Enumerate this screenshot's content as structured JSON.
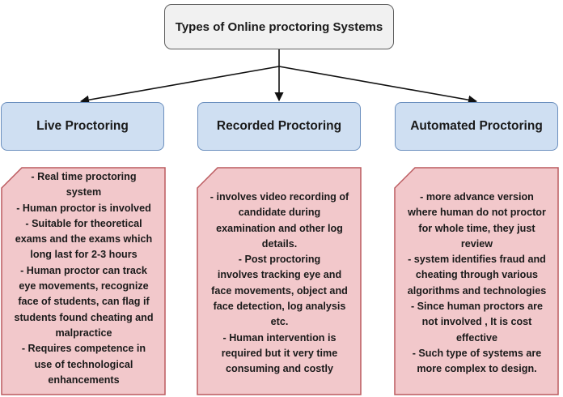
{
  "root": {
    "label": "Types of Online proctoring Systems"
  },
  "categories": [
    {
      "label": "Live Proctoring"
    },
    {
      "label": "Recorded Proctoring"
    },
    {
      "label": "Automated Proctoring"
    }
  ],
  "notes": [
    {
      "lines": [
        "- Real time proctoring",
        "system",
        "- Human proctor is involved",
        "- Suitable for theoretical",
        "exams and the exams which",
        "long last for 2-3 hours",
        "- Human proctor can track",
        "eye movements, recognize",
        "face of students, can flag if",
        "students found cheating and",
        "malpractice",
        "- Requires competence in",
        "use of technological",
        "enhancements"
      ]
    },
    {
      "lines": [
        "- involves video recording of",
        "candidate during",
        "examination and other log",
        "details.",
        "- Post proctoring",
        "involves tracking eye and",
        "face movements, object and",
        "face detection, log analysis",
        "etc.",
        "- Human intervention is",
        "required but it very time",
        "consuming and costly"
      ]
    },
    {
      "lines": [
        "- more advance version",
        "where human do not proctor",
        "for whole time, they just",
        "review",
        "- system identifies fraud and",
        "cheating through various",
        "algorithms and technologies",
        "- Since human proctors are",
        "not involved , It is cost",
        "effective",
        "- Such type of systems are",
        "more complex to design."
      ]
    }
  ],
  "colors": {
    "root_fill": "#f1f1f1",
    "category_fill": "#cfdff2",
    "note_fill": "#f2c8cb",
    "note_stroke": "#bb5a5f"
  }
}
